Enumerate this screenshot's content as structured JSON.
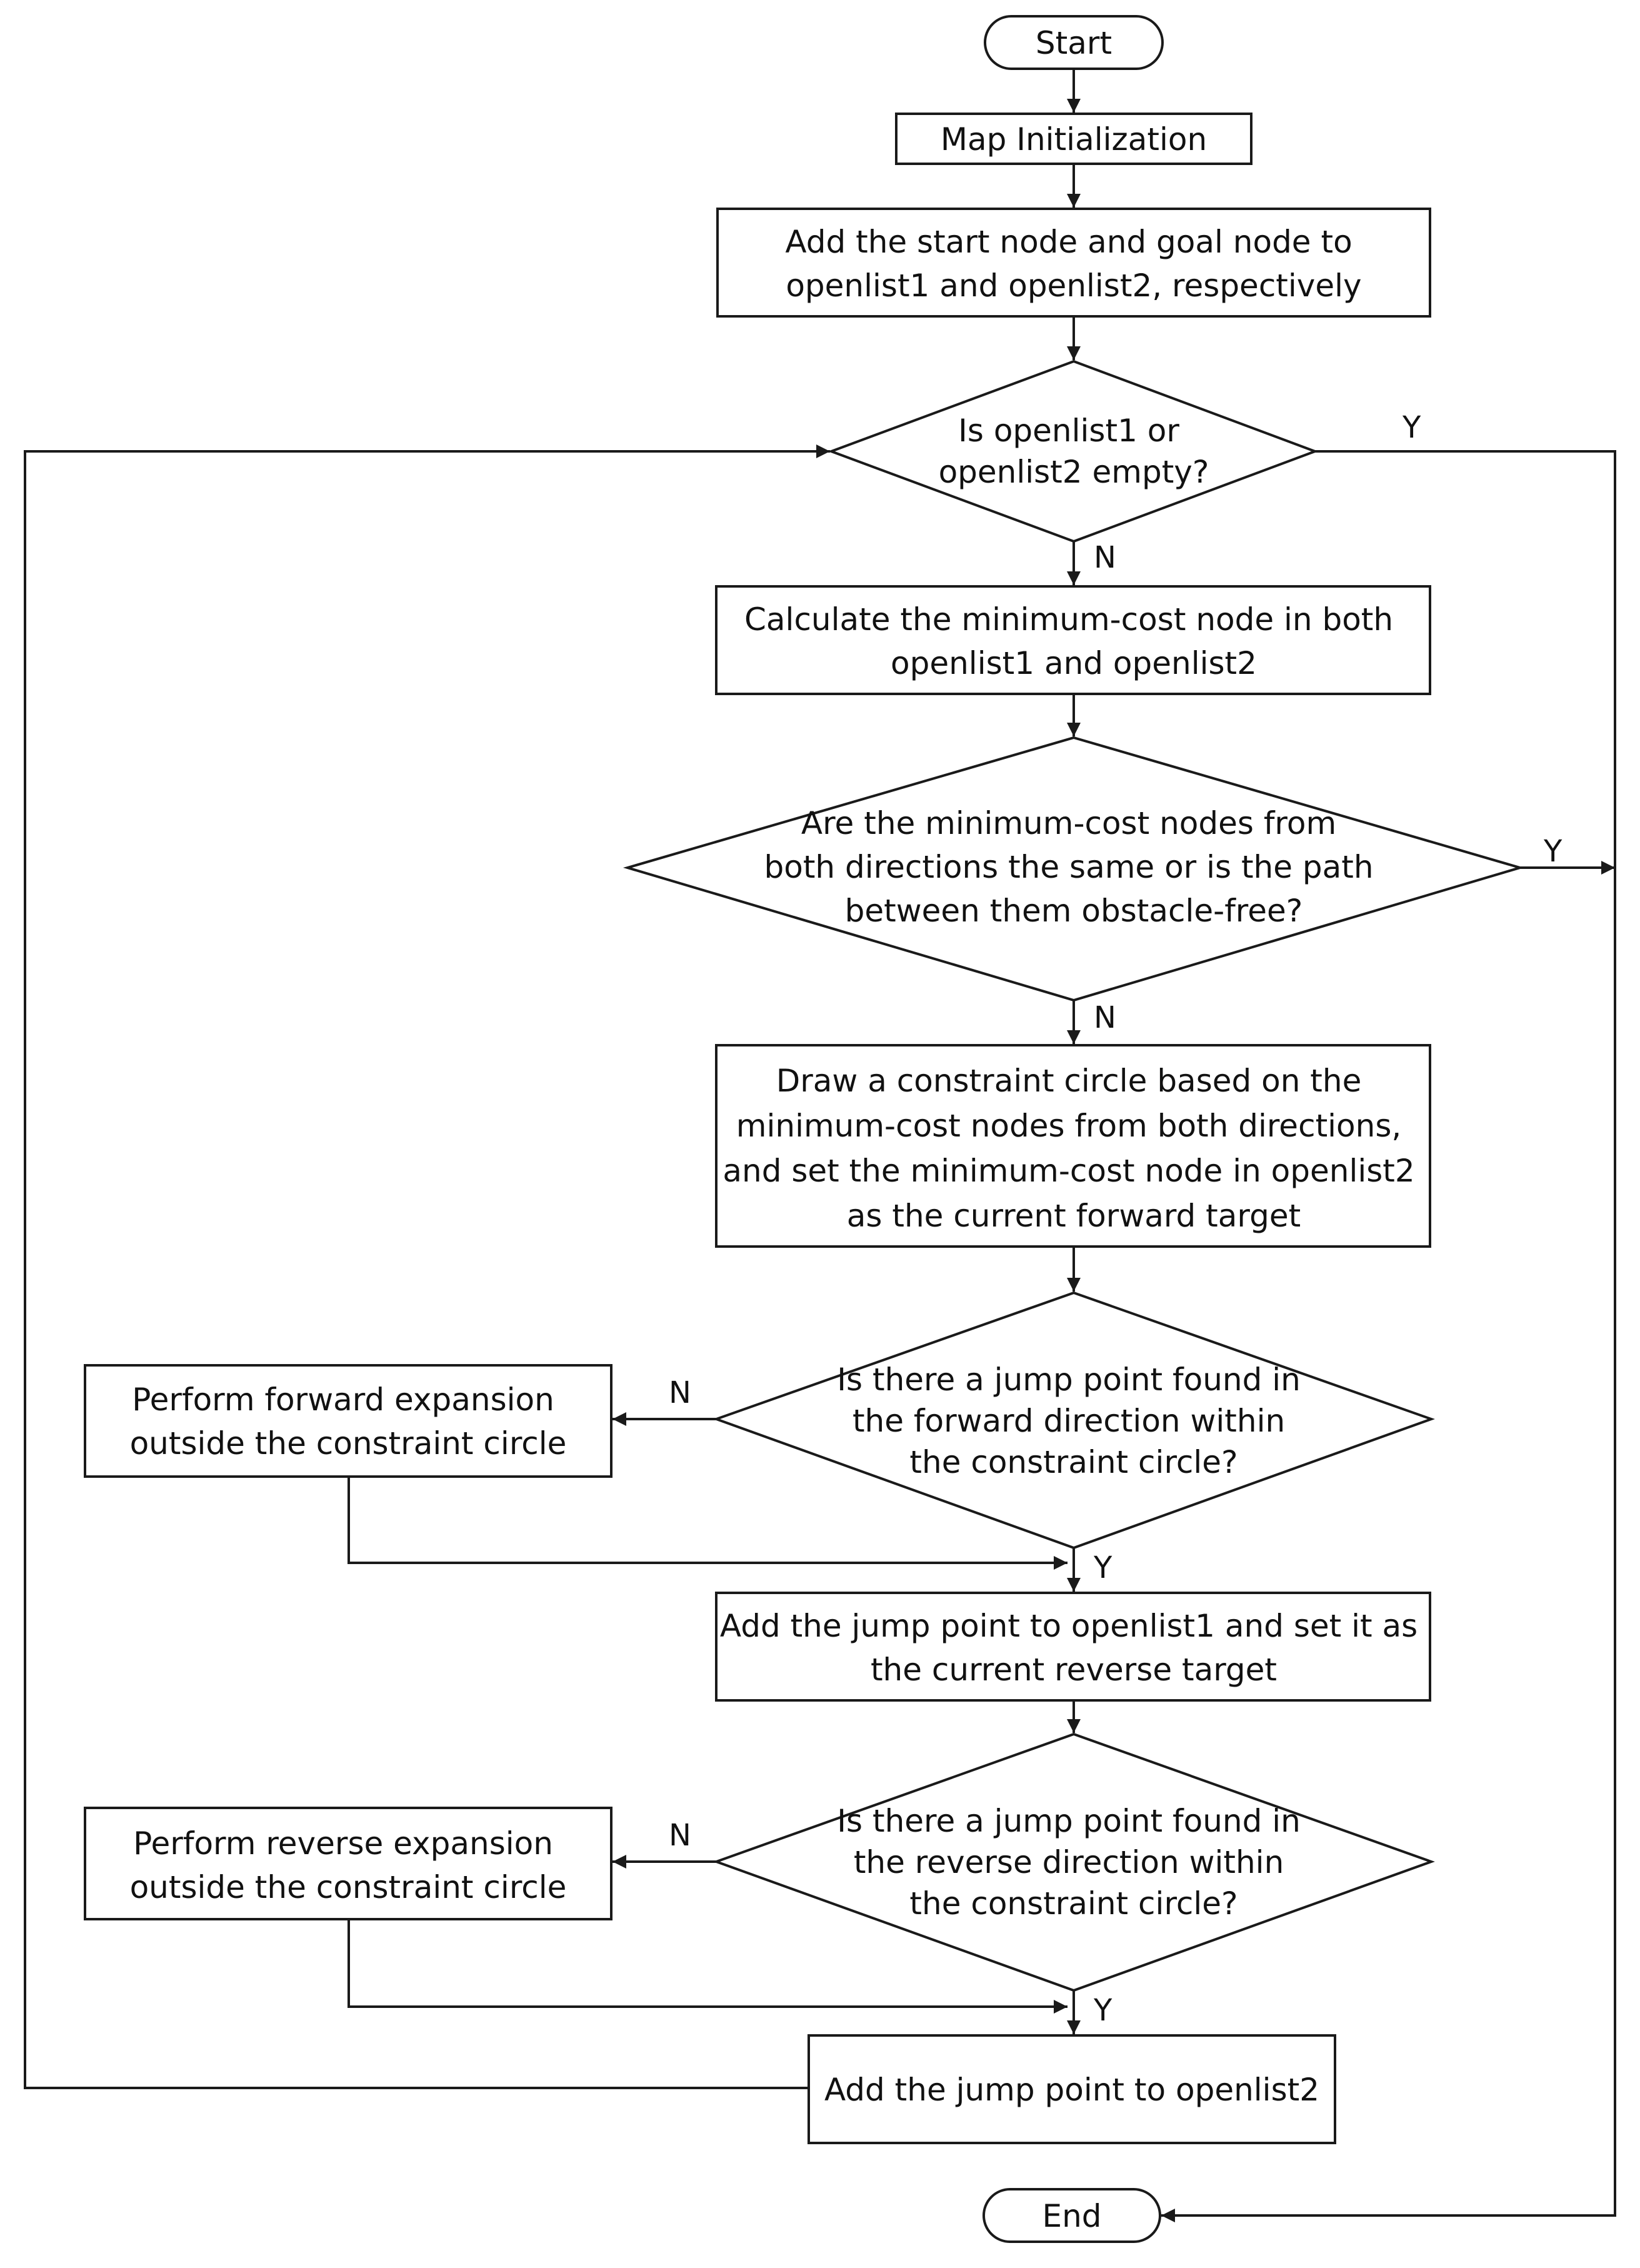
{
  "flowchart": {
    "nodes": {
      "start": {
        "lines": [
          "Start"
        ]
      },
      "map_init": {
        "lines": [
          "Map Initialization"
        ]
      },
      "add_start_goal": {
        "lines": [
          "Add the start node and goal node to",
          "openlist1 and openlist2, respectively"
        ]
      },
      "check_empty": {
        "lines": [
          "Is openlist1 or",
          "openlist2 empty?"
        ]
      },
      "calc_min_cost": {
        "lines": [
          "Calculate the minimum-cost node in both",
          "openlist1 and openlist2"
        ]
      },
      "check_same": {
        "lines": [
          "Are the minimum-cost nodes from",
          "both directions the same or is the path",
          "between them obstacle-free?"
        ]
      },
      "draw_circle": {
        "lines": [
          "Draw a constraint circle based on the",
          "minimum-cost nodes from both directions,",
          "and set the minimum-cost node in openlist2",
          "as the current forward target"
        ]
      },
      "check_forward": {
        "lines": [
          "Is there a jump point found in",
          "the forward direction within",
          "the constraint circle?"
        ]
      },
      "forward_expand": {
        "lines": [
          "Perform forward expansion",
          "outside the constraint circle"
        ]
      },
      "add_jump_ol1": {
        "lines": [
          "Add the jump point to openlist1 and set it as",
          "the current reverse target"
        ]
      },
      "check_reverse": {
        "lines": [
          "Is there a jump point found in",
          "the reverse direction within",
          "the constraint circle?"
        ]
      },
      "reverse_expand": {
        "lines": [
          "Perform reverse expansion",
          "outside the constraint circle"
        ]
      },
      "add_jump_ol2": {
        "lines": [
          "Add the jump point to openlist2"
        ]
      },
      "end": {
        "lines": [
          "End"
        ]
      }
    },
    "edge_labels": {
      "empty_yes": "Y",
      "empty_no": "N",
      "same_yes": "Y",
      "same_no": "N",
      "forward_no": "N",
      "forward_yes": "Y",
      "reverse_no": "N",
      "reverse_yes": "Y"
    }
  }
}
